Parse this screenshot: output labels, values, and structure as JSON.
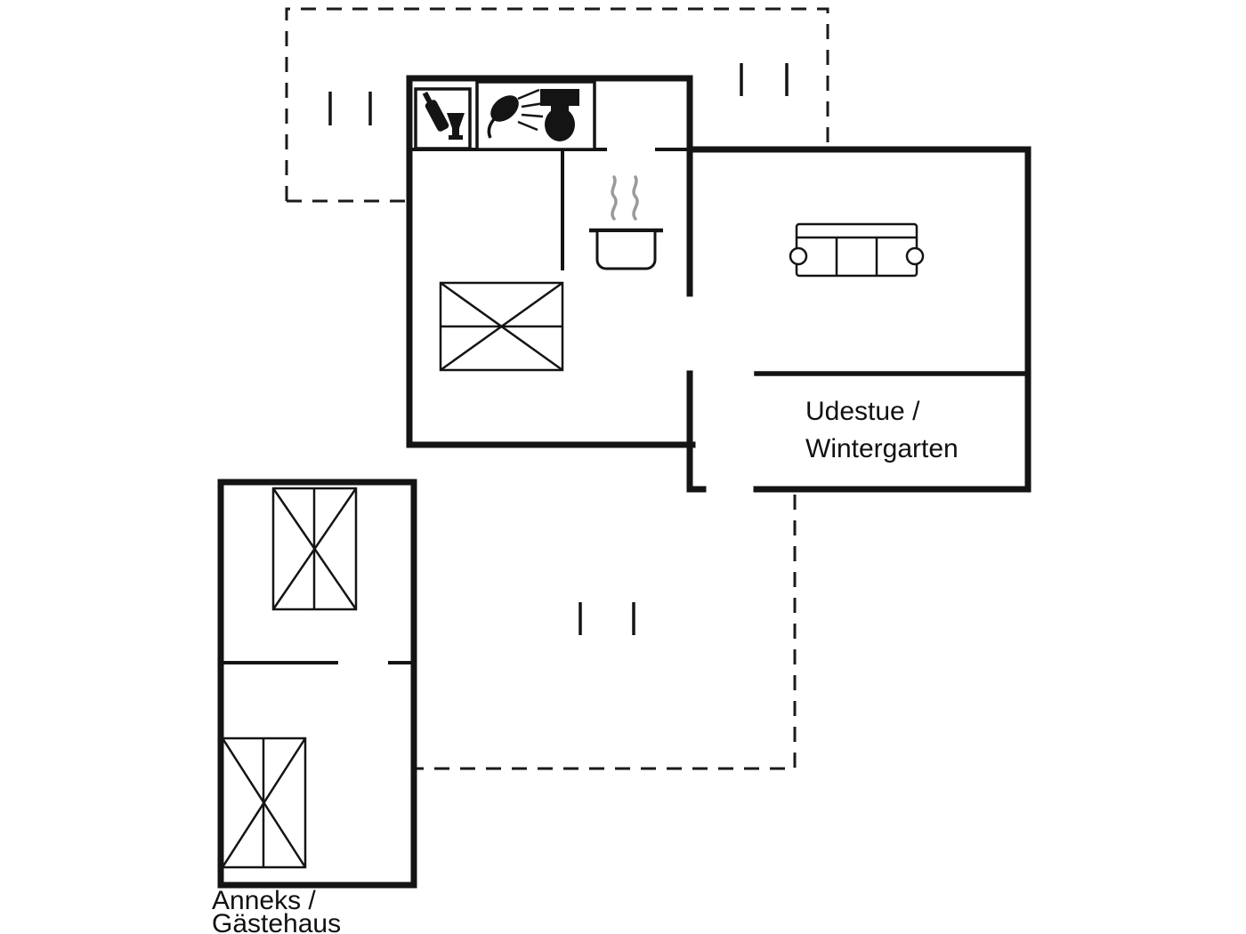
{
  "colors": {
    "wall": "#141414",
    "background": "#ffffff",
    "steam": "#9a9a9a",
    "text": "#111111"
  },
  "rooms": {
    "udestue": {
      "line1": "Udestue /",
      "line2": "Wintergarten"
    },
    "anneks": {
      "line1": "Anneks /",
      "line2": "Gästehaus"
    }
  },
  "icons": {
    "main_bed": "double-bed-icon",
    "anneks_bed_top": "bed-icon",
    "anneks_bed_bottom": "bed-icon",
    "sofa": "sofa-icon",
    "pot": "cooking-pot-icon",
    "steam": "steam-icon",
    "shower": "shower-icon",
    "toilet": "toilet-icon",
    "bottle_glass": "bottle-and-glass-icon",
    "windows": "window-marker"
  }
}
